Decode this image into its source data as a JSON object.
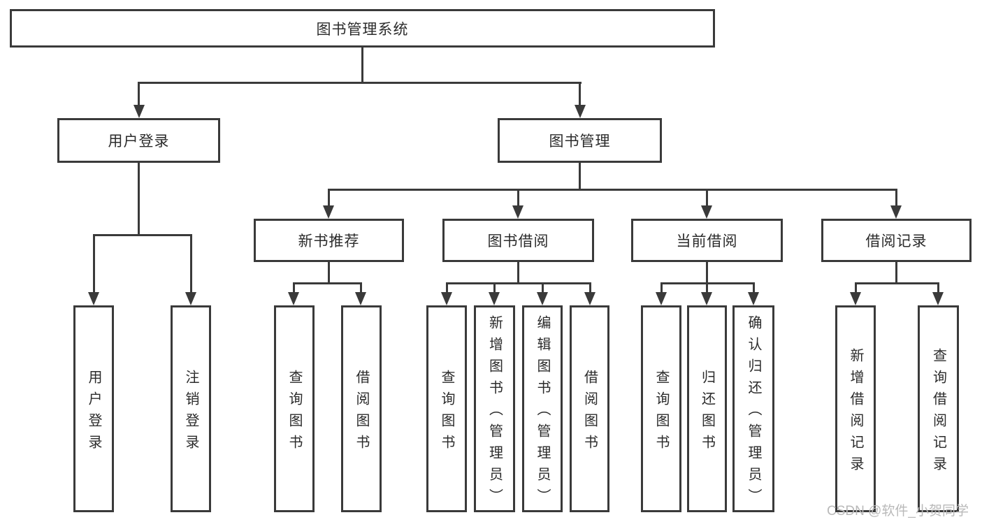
{
  "diagram": {
    "root": {
      "label": "图书管理系统"
    },
    "level2": [
      {
        "label": "用户登录"
      },
      {
        "label": "图书管理"
      }
    ],
    "level3": [
      {
        "label": "新书推荐"
      },
      {
        "label": "图书借阅"
      },
      {
        "label": "当前借阅"
      },
      {
        "label": "借阅记录"
      }
    ],
    "leaves": {
      "user_login": [
        "用户登录",
        "注销登录"
      ],
      "new_books": [
        "查询图书",
        "借阅图书"
      ],
      "book_borrow": [
        "查询图书",
        "新增图书（管理员）",
        "编辑图书（管理员）",
        "借阅图书"
      ],
      "current_borrow": [
        "查询图书",
        "归还图书",
        "确认归还（管理员）"
      ],
      "borrow_records": [
        "新增借阅记录",
        "查询借阅记录"
      ]
    },
    "watermark": "CSDN @软件_小贺同学",
    "colors": {
      "line": "#3a3a3a",
      "text": "#2b2b2b",
      "watermark": "#b9b9b9",
      "background": "#ffffff"
    }
  }
}
